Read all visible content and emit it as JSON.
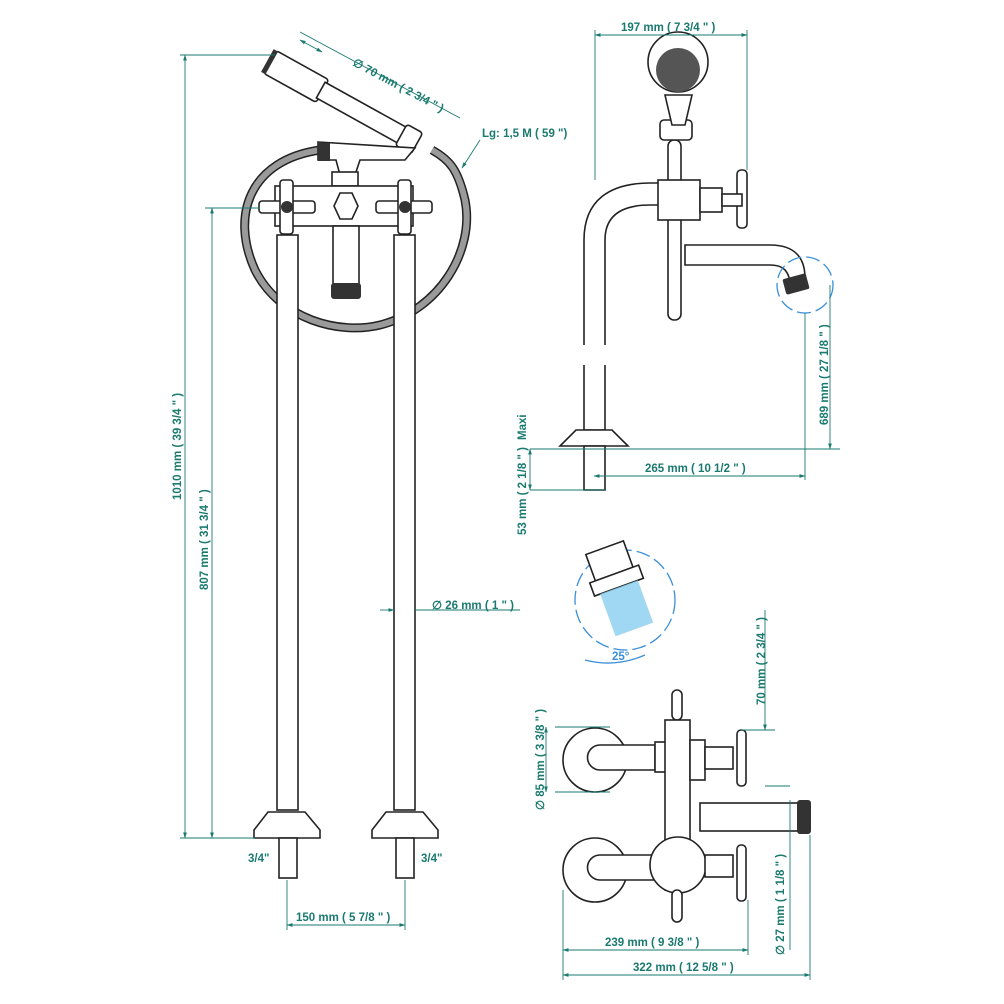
{
  "colors": {
    "dimension": "#1a7a70",
    "detail": "#3a8fd8",
    "line": "#222222"
  },
  "front_view": {
    "head_diameter": "∅ 70 mm ( 2 3/4 \" )",
    "hose_length": "Lg: 1,5 M ( 59 \")",
    "total_height": "1010 mm ( 39 3/4 \" )",
    "valve_height": "807 mm ( 31 3/4 \" )",
    "pipe_diameter": "∅ 26 mm ( 1 \" )",
    "thread_left": "3/4\"",
    "thread_right": "3/4\"",
    "center_distance": "150 mm ( 5 7/8 \" )"
  },
  "side_view": {
    "width": "197 mm ( 7 3/4 \" )",
    "spout_height": "689 mm ( 27 1/8 \" )",
    "maxi": "Maxi",
    "thread_depth": "53 mm ( 2 1/8 \" )",
    "spout_reach": "265 mm ( 10 1/2 \" )"
  },
  "detail": {
    "angle": "25°"
  },
  "top_view": {
    "handle_offset": "70 mm ( 2 3/4 \" )",
    "flange_diameter": "∅ 85 mm ( 3 3/8 \" )",
    "spout_diameter": "∅ 27 mm ( 1 1/8 \" )",
    "inner_width": "239 mm ( 9 3/8 \" )",
    "total_width": "322 mm ( 12 5/8 \" )"
  }
}
